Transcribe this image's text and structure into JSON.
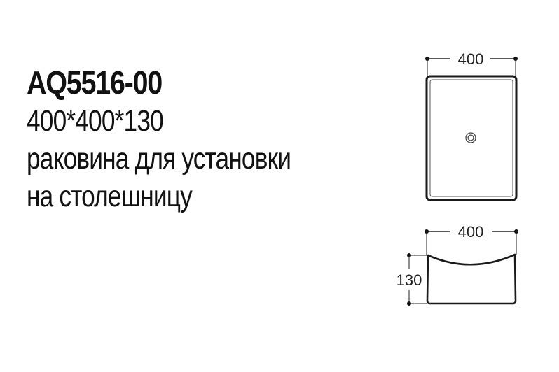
{
  "product": {
    "model": "AQ5516-00",
    "dimensions": "400*400*130",
    "description_line1": "раковина для установки",
    "description_line2": "на столешницу"
  },
  "drawing": {
    "top_view": {
      "width_label": "400"
    },
    "side_view": {
      "width_label": "400",
      "height_label": "130"
    },
    "line_color": "#1a1a1a"
  }
}
